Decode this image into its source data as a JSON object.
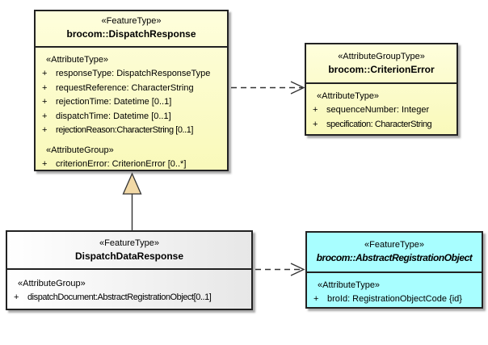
{
  "diagram": {
    "background": "#ffffff",
    "border_color": "#222222",
    "shadow_color": "#969696",
    "fills": {
      "feature_yellow": "#fbfbc4",
      "cyan": "#a8feff",
      "white_gradient": "#ffffff",
      "generalization_triangle": "#f2d9a6"
    }
  },
  "classes": {
    "dispatchResponse": {
      "stereotype": "«FeatureType»",
      "name": "brocom::DispatchResponse",
      "sections": [
        {
          "header": "«AttributeType»",
          "rows": [
            {
              "vis": "+",
              "text": "responseType: DispatchResponseType"
            },
            {
              "vis": "+",
              "text": "requestReference: CharacterString"
            },
            {
              "vis": "+",
              "text": "rejectionTime: Datetime [0..1]"
            },
            {
              "vis": "+",
              "text": "dispatchTime: Datetime [0..1]"
            },
            {
              "vis": "+",
              "text": "rejectionReason:CharacterString [0..1]"
            }
          ]
        },
        {
          "header": "«AttributeGroup»",
          "rows": [
            {
              "vis": "+",
              "text": "criterionError: CriterionError [0..*]"
            }
          ]
        }
      ]
    },
    "criterionError": {
      "stereotype": "«AttributeGroupType»",
      "name": "brocom::CriterionError",
      "sections": [
        {
          "header": "«AttributeType»",
          "rows": [
            {
              "vis": "+",
              "text": "sequenceNumber: Integer"
            },
            {
              "vis": "+",
              "text": "specification: CharacterString"
            }
          ]
        }
      ]
    },
    "dispatchDataResponse": {
      "stereotype": "«FeatureType»",
      "name": "DispatchDataResponse",
      "sections": [
        {
          "header": "«AttributeGroup»",
          "rows": [
            {
              "vis": "+",
              "text": "dispatchDocument:AbstractRegistrationObject[0..1]"
            }
          ]
        }
      ]
    },
    "abstractRegistrationObject": {
      "stereotype": "«FeatureType»",
      "name": "brocom::AbstractRegistrationObject",
      "sections": [
        {
          "header": "«AttributeType»",
          "rows": [
            {
              "vis": "+",
              "text": "broId: RegistrationObjectCode {id}"
            }
          ]
        }
      ]
    }
  },
  "connectors": {
    "generalization": {
      "type": "generalization",
      "from": "DispatchDataResponse",
      "to": "brocom::DispatchResponse"
    },
    "dependency_criterion": {
      "type": "dependency",
      "from": "brocom::DispatchResponse",
      "to": "brocom::CriterionError"
    },
    "dependency_registration": {
      "type": "dependency",
      "from": "DispatchDataResponse",
      "to": "brocom::AbstractRegistrationObject"
    }
  }
}
